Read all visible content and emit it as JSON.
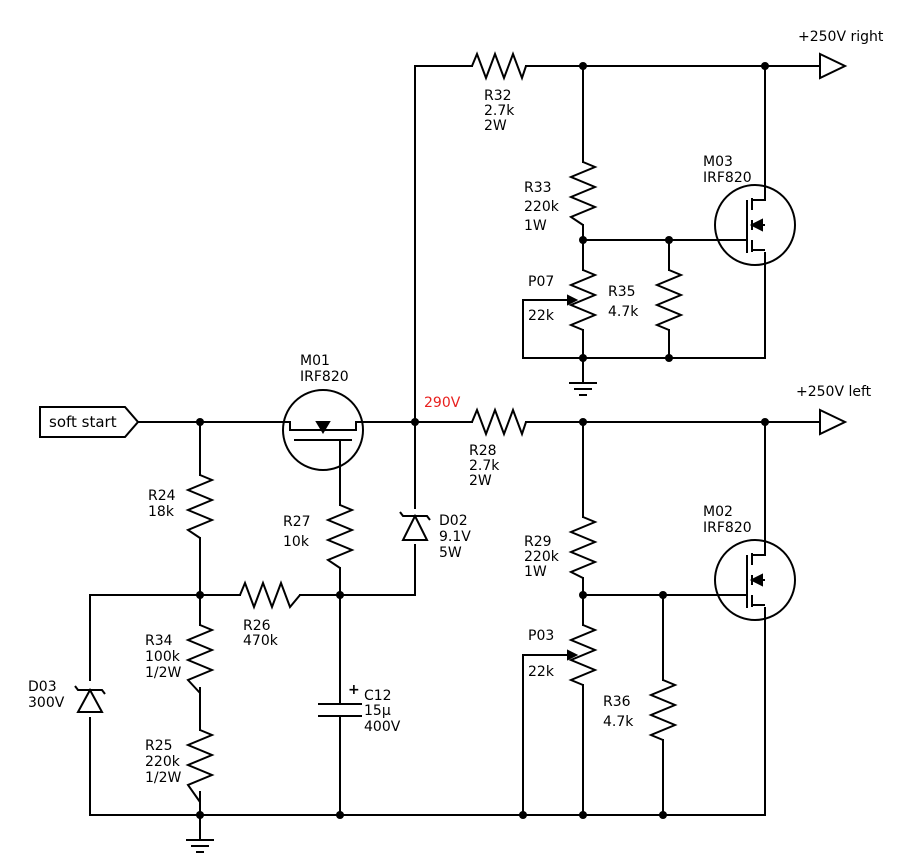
{
  "ports": {
    "soft_start": "soft start",
    "out_right": "+250V right",
    "out_left": "+250V left"
  },
  "net_labels": {
    "node_290v": "290V"
  },
  "components": {
    "M01": {
      "ref": "M01",
      "value": "IRF820"
    },
    "M02": {
      "ref": "M02",
      "value": "IRF820"
    },
    "M03": {
      "ref": "M03",
      "value": "IRF820"
    },
    "R24": {
      "ref": "R24",
      "value": "18k"
    },
    "R25": {
      "ref": "R25",
      "value": "220k",
      "rating": "1/2W"
    },
    "R26": {
      "ref": "R26",
      "value": "470k"
    },
    "R27": {
      "ref": "R27",
      "value": "10k"
    },
    "R28": {
      "ref": "R28",
      "value": "2.7k",
      "rating": "2W"
    },
    "R29": {
      "ref": "R29",
      "value": "220k",
      "rating": "1W"
    },
    "R32": {
      "ref": "R32",
      "value": "2.7k",
      "rating": "2W"
    },
    "R33": {
      "ref": "R33",
      "value": "220k",
      "rating": "1W"
    },
    "R34": {
      "ref": "R34",
      "value": "100k",
      "rating": "1/2W"
    },
    "R35": {
      "ref": "R35",
      "value": "4.7k"
    },
    "R36": {
      "ref": "R36",
      "value": "4.7k"
    },
    "P03": {
      "ref": "P03",
      "value": "22k"
    },
    "P07": {
      "ref": "P07",
      "value": "22k"
    },
    "C12": {
      "ref": "C12",
      "value": "15µ",
      "rating": "400V",
      "polarity": "+"
    },
    "D02": {
      "ref": "D02",
      "value": "9.1V",
      "rating": "5W"
    },
    "D03": {
      "ref": "D03",
      "value": "300V"
    }
  }
}
